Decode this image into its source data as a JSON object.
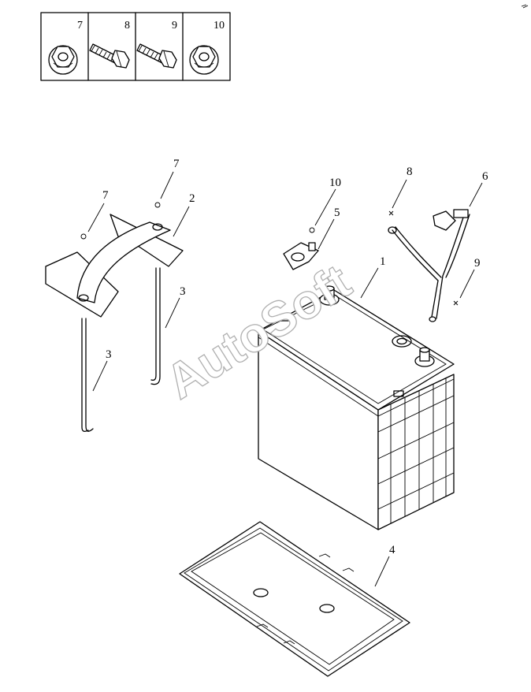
{
  "legend": {
    "cells": [
      {
        "number": "7",
        "icon": "flange-nut-icon"
      },
      {
        "number": "8",
        "icon": "hex-bolt-icon"
      },
      {
        "number": "9",
        "icon": "hex-bolt-icon"
      },
      {
        "number": "10",
        "icon": "flange-nut-icon"
      }
    ]
  },
  "callouts": {
    "battery": "1",
    "hold_down_bracket": "2",
    "rod_right": "3",
    "rod_left": "3",
    "battery_tray": "4",
    "terminal_clamp": "5",
    "cable": "6",
    "nut_bracket_left": "7",
    "nut_bracket_top": "7",
    "bolt_cable_top": "8",
    "bolt_cable_bottom": "9",
    "nut_clamp": "10"
  },
  "watermark": "AutoSoft",
  "colors": {
    "line": "#000000",
    "watermark_outline": "#b0b0b0",
    "background": "#ffffff"
  }
}
